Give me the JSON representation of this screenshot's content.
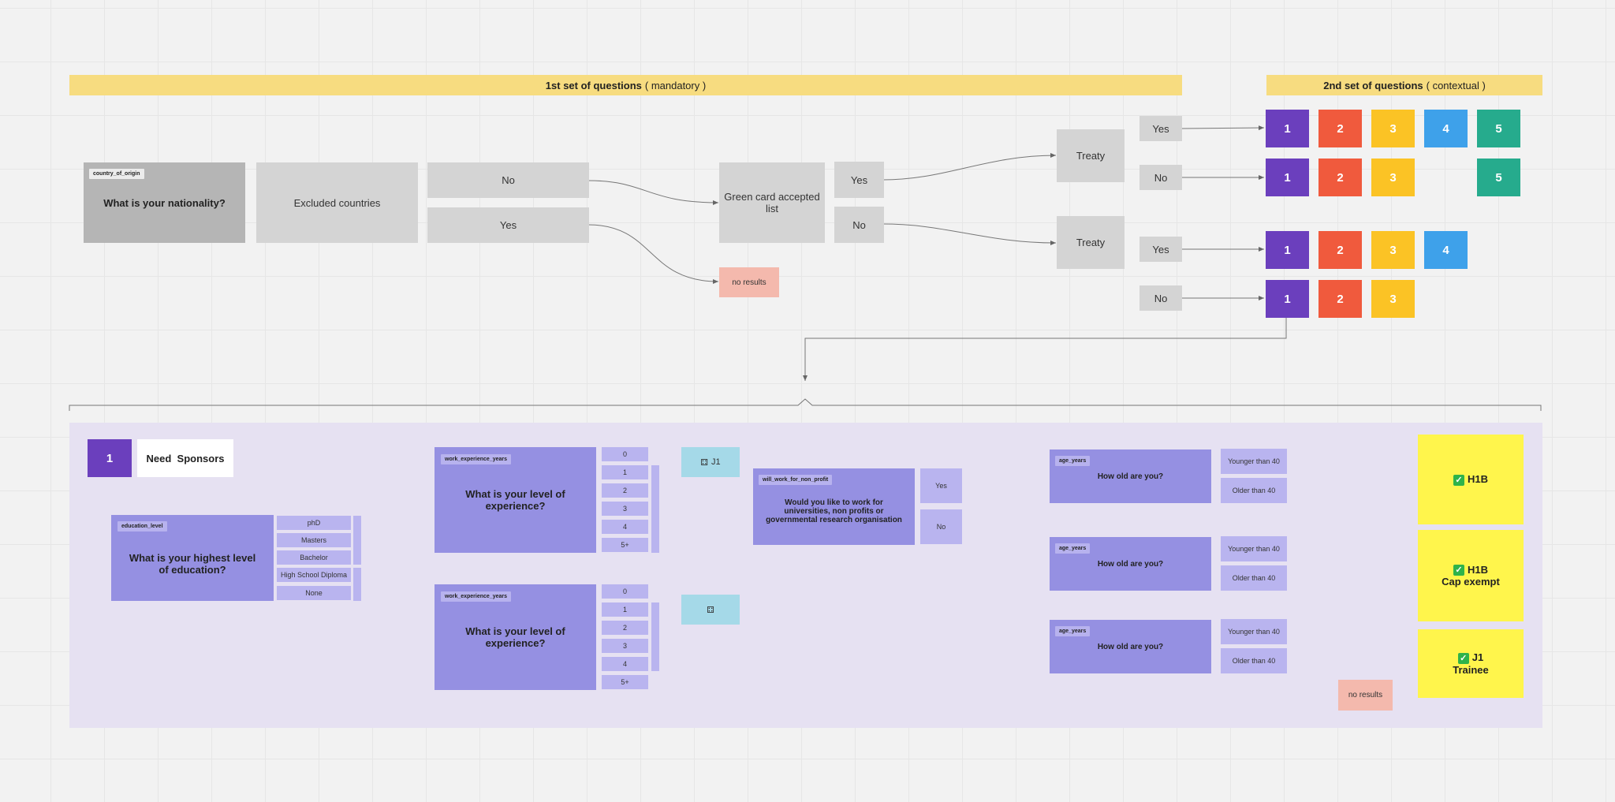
{
  "top": {
    "banner_left": {
      "bold": "1st set of questions",
      "text": "( mandatory )"
    },
    "banner_right": {
      "bold": "2nd set of questions",
      "text": "( contextual )"
    },
    "nationality": {
      "tag": "country_of_origin",
      "title": "What is your nationality?"
    },
    "excluded": "Excluded countries",
    "excluded_no": "No",
    "excluded_yes": "Yes",
    "green_card": "Green card accepted list",
    "gc_yes": "Yes",
    "gc_no": "No",
    "no_results": "no results",
    "treaty1": "Treaty",
    "treaty2": "Treaty",
    "treaty_answers": [
      "Yes",
      "No",
      "Yes",
      "No"
    ],
    "rows": [
      [
        "1",
        "2",
        "3",
        "4",
        "5"
      ],
      [
        "1",
        "2",
        "3",
        "5"
      ],
      [
        "1",
        "2",
        "3",
        "4"
      ],
      [
        "1",
        "2",
        "3"
      ]
    ]
  },
  "bottom": {
    "badge_number": "1",
    "badge_label": "Need  Sponsors",
    "education": {
      "tag": "education_level",
      "title": "What is your highest level of education?",
      "options": [
        "phD",
        "Masters",
        "Bachelor",
        "High School Diploma",
        "None"
      ]
    },
    "exp1": {
      "tag": "work_experience_years",
      "title": "What is your level of experience?",
      "options": [
        "0",
        "1",
        "2",
        "3",
        "4",
        "5+"
      ],
      "result": "J1"
    },
    "exp2": {
      "tag": "work_experience_years",
      "title": "What is your level of experience?",
      "options": [
        "0",
        "1",
        "2",
        "3",
        "4",
        "5+"
      ]
    },
    "nonprofit": {
      "tag": "will_work_for_non_profit",
      "title": "Would you like to work for universities, non profits or governmental research organisation",
      "yes": "Yes",
      "no": "No"
    },
    "age": [
      {
        "tag": "age_years",
        "title": "How old are you?",
        "younger": "Younger than 40",
        "older": "Older than 40"
      },
      {
        "tag": "age_years",
        "title": "How old are you?",
        "younger": "Younger than 40",
        "older": "Older than 40"
      },
      {
        "tag": "age_years",
        "title": "How old are you?",
        "younger": "Younger than 40",
        "older": "Older than 40"
      }
    ],
    "no_results": "no results",
    "outcomes": [
      {
        "line1": "H1B",
        "line2": ""
      },
      {
        "line1": "H1B",
        "line2": "Cap exempt"
      },
      {
        "line1": "J1",
        "line2": "Trainee"
      }
    ]
  },
  "colors": {
    "purple": "#6b3fbd",
    "red": "#f05a3d",
    "yellow": "#fbc325",
    "blue": "#3ea1ea",
    "teal": "#26ab8d",
    "banner": "#f7dc80",
    "lavender": "#9590e2",
    "outcome": "#fff54c"
  }
}
